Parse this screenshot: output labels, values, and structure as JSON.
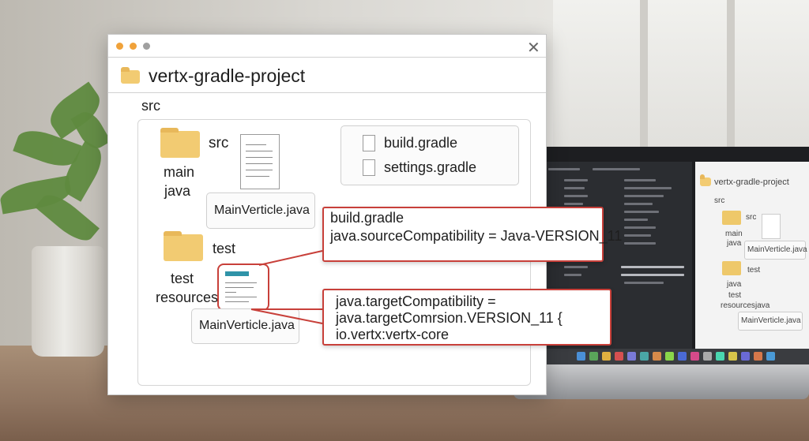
{
  "window": {
    "title": "vertx-gradle-project",
    "path_label": "src"
  },
  "tree": {
    "src_folder": "src",
    "main_label": "main",
    "java_label": "java",
    "main_file": "MainVerticle.java",
    "test_folder": "test",
    "test_label": "test",
    "resources_label": "resources",
    "test_file": "MainVerticle.java"
  },
  "build_files": {
    "items": [
      "build.gradle",
      "settings.gradle"
    ]
  },
  "popup1": {
    "line1": "build.gradle",
    "line2": "java.sourceCompatibility = Java-VERSION_11"
  },
  "popup2": {
    "line1": "java.targetCompatibility =",
    "line2": "java.targetComrsion.VERSION_11 {",
    "line3": "io.vertx:vertx-core"
  },
  "laptop": {
    "title": "vertx-gradle-project",
    "src": "src",
    "src_folder": "src",
    "main": "main",
    "java": "java",
    "file1": "MainVerticle.java",
    "test": "test",
    "java2": "java",
    "test2": "test",
    "resources": "resources",
    "java3": "java",
    "file2": "MainVerticle.java"
  },
  "colors": {
    "accent_red": "#c8403a",
    "folder_yellow": "#f2cb72"
  }
}
